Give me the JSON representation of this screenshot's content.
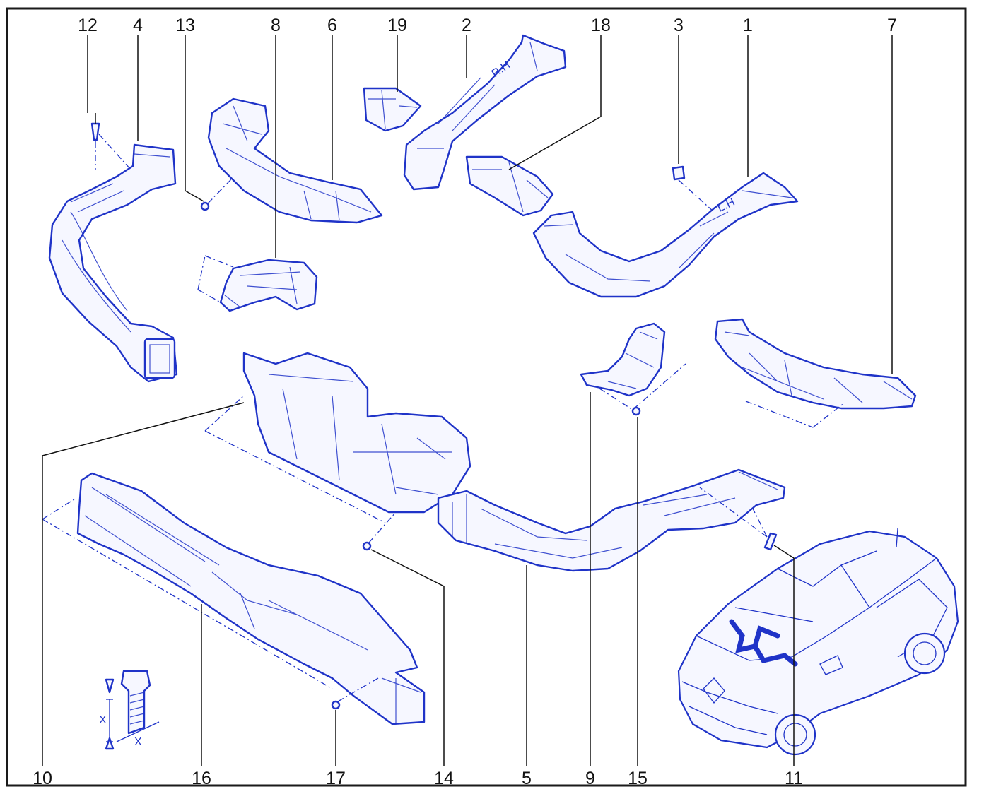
{
  "callouts_top": [
    "12",
    "4",
    "13",
    "8",
    "6",
    "19",
    "2",
    "18",
    "3",
    "1",
    "7"
  ],
  "callouts_bottom": [
    "10",
    "16",
    "17",
    "14",
    "5",
    "9",
    "15",
    "11"
  ],
  "bolt_dimension_label": "X",
  "duct_markings": {
    "right": "R.H",
    "left": "L.H"
  },
  "colors": {
    "line": "#1f33c8",
    "frame": "#1a1a1a",
    "fill": "#f6f7ff"
  },
  "icons": [
    "rivet-icon",
    "screw-icon",
    "bolt-icon",
    "vehicle-icon"
  ]
}
